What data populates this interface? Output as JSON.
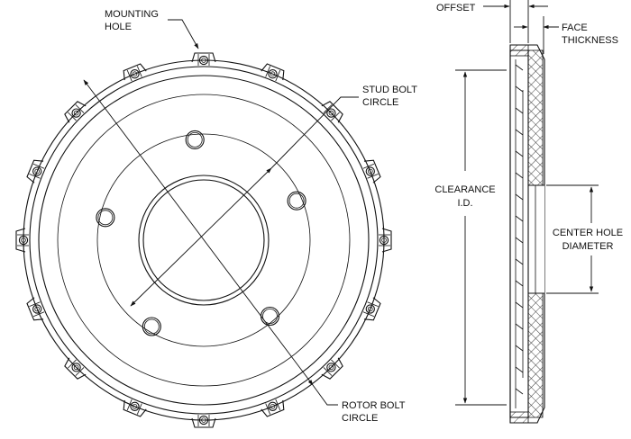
{
  "labels": {
    "mounting_hole": [
      "MOUNTING",
      "HOLE"
    ],
    "stud_bolt_circle": [
      "STUD BOLT",
      "CIRCLE"
    ],
    "rotor_bolt_circle": [
      "ROTOR BOLT",
      "CIRCLE"
    ],
    "offset": "OFFSET",
    "face_thickness": [
      "FACE",
      "THICKNESS"
    ],
    "clearance_id": [
      "CLEARANCE",
      "I.D."
    ],
    "center_hole_diameter": [
      "CENTER HOLE",
      "DIAMETER"
    ]
  },
  "counts": {
    "rotor_bolt_holes": 16,
    "stud_holes": 5
  },
  "colors": {
    "line": "#111111",
    "hatch": "#111111",
    "background": "#ffffff"
  }
}
